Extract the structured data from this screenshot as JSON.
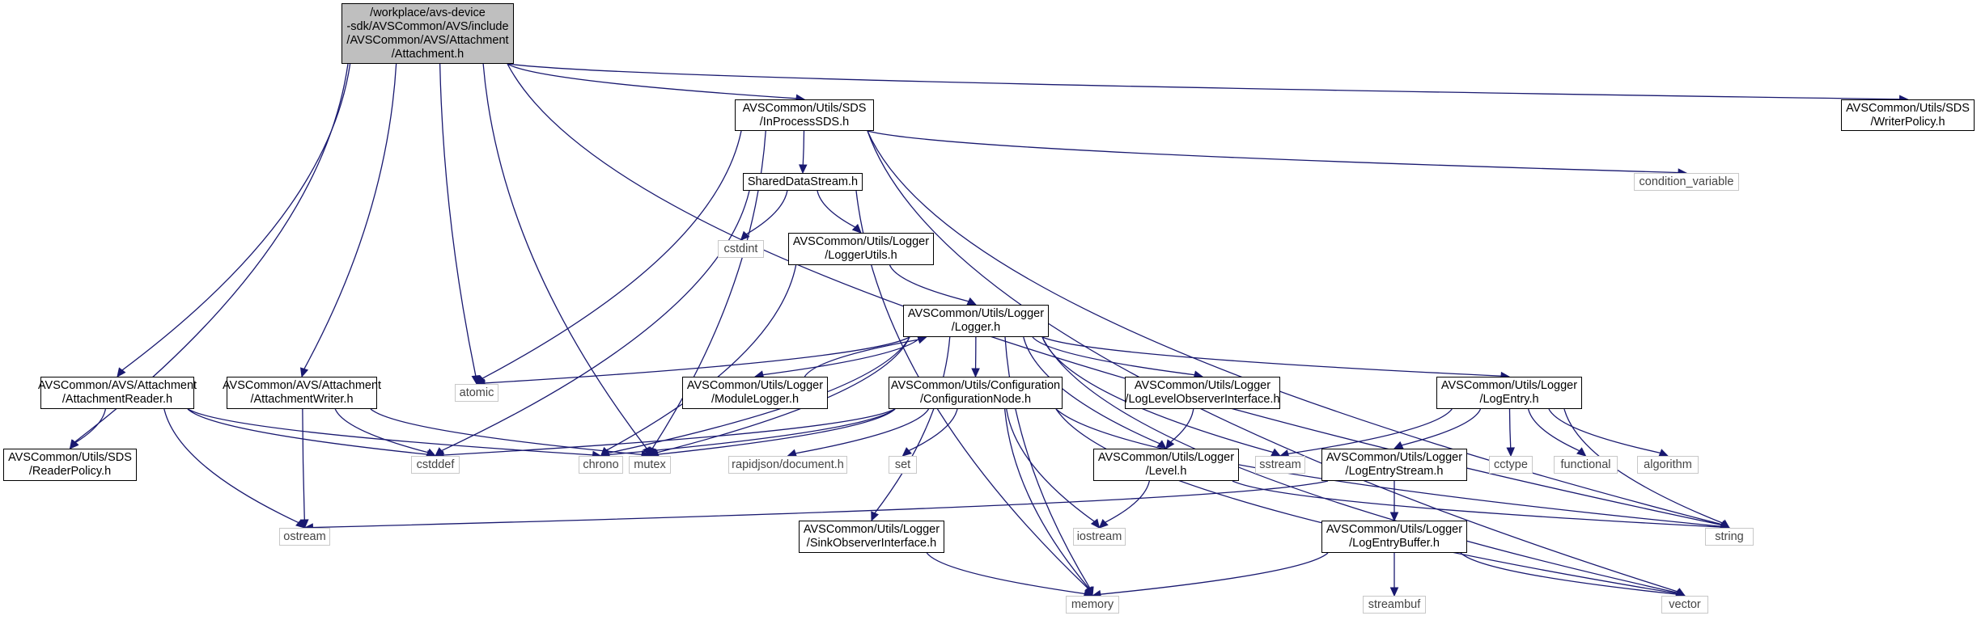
{
  "diagram": {
    "nodes": {
      "attachment": [
        "/workplace/avs-device",
        "-sdk/AVSCommon/AVS/include",
        "/AVSCommon/AVS/Attachment",
        "/Attachment.h"
      ],
      "inprocess": [
        "AVSCommon/Utils/SDS",
        "/InProcessSDS.h"
      ],
      "writerpolicy": [
        "AVSCommon/Utils/SDS",
        "/WriterPolicy.h"
      ],
      "shareddatastream": [
        "SharedDataStream.h"
      ],
      "condition_variable": [
        "condition_variable"
      ],
      "cstdint": [
        "cstdint"
      ],
      "loggerutils": [
        "AVSCommon/Utils/Logger",
        "/LoggerUtils.h"
      ],
      "logger": [
        "AVSCommon/Utils/Logger",
        "/Logger.h"
      ],
      "atomic": [
        "atomic"
      ],
      "attachmentreader": [
        "AVSCommon/AVS/Attachment",
        "/AttachmentReader.h"
      ],
      "attachmentwriter": [
        "AVSCommon/AVS/Attachment",
        "/AttachmentWriter.h"
      ],
      "modulelogger": [
        "AVSCommon/Utils/Logger",
        "/ModuleLogger.h"
      ],
      "configurationnode": [
        "AVSCommon/Utils/Configuration",
        "/ConfigurationNode.h"
      ],
      "loglevelobserver": [
        "AVSCommon/Utils/Logger",
        "/LogLevelObserverInterface.h"
      ],
      "logentry": [
        "AVSCommon/Utils/Logger",
        "/LogEntry.h"
      ],
      "readerpolicy": [
        "AVSCommon/Utils/SDS",
        "/ReaderPolicy.h"
      ],
      "cstddef": [
        "cstddef"
      ],
      "chrono": [
        "chrono"
      ],
      "mutex": [
        "mutex"
      ],
      "rapidjson": [
        "rapidjson/document.h"
      ],
      "set": [
        "set"
      ],
      "level": [
        "AVSCommon/Utils/Logger",
        "/Level.h"
      ],
      "sstream": [
        "sstream"
      ],
      "logentrystream": [
        "AVSCommon/Utils/Logger",
        "/LogEntryStream.h"
      ],
      "cctype": [
        "cctype"
      ],
      "functional": [
        "functional"
      ],
      "algorithm": [
        "algorithm"
      ],
      "ostream": [
        "ostream"
      ],
      "sinkobserver": [
        "AVSCommon/Utils/Logger",
        "/SinkObserverInterface.h"
      ],
      "iostream": [
        "iostream"
      ],
      "logentrybuffer": [
        "AVSCommon/Utils/Logger",
        "/LogEntryBuffer.h"
      ],
      "string": [
        "string"
      ],
      "memory": [
        "memory"
      ],
      "streambuf": [
        "streambuf"
      ],
      "vector": [
        "vector"
      ]
    },
    "edges": [
      [
        "attachment",
        "inprocess"
      ],
      [
        "attachment",
        "writerpolicy"
      ],
      [
        "attachment",
        "string"
      ],
      [
        "attachment",
        "readerpolicy"
      ],
      [
        "attachment",
        "attachmentreader"
      ],
      [
        "attachment",
        "attachmentwriter"
      ],
      [
        "attachment",
        "mutex"
      ],
      [
        "attachment",
        "atomic"
      ],
      [
        "inprocess",
        "shareddatastream"
      ],
      [
        "inprocess",
        "condition_variable"
      ],
      [
        "inprocess",
        "string"
      ],
      [
        "inprocess",
        "vector"
      ],
      [
        "inprocess",
        "atomic"
      ],
      [
        "inprocess",
        "mutex"
      ],
      [
        "shareddatastream",
        "cstdint"
      ],
      [
        "shareddatastream",
        "loggerutils"
      ],
      [
        "shareddatastream",
        "cstddef"
      ],
      [
        "shareddatastream",
        "memory"
      ],
      [
        "loggerutils",
        "logger"
      ],
      [
        "loggerutils",
        "chrono"
      ],
      [
        "logger",
        "atomic"
      ],
      [
        "logger",
        "modulelogger"
      ],
      [
        "logger",
        "configurationnode"
      ],
      [
        "logger",
        "loglevelobserver"
      ],
      [
        "logger",
        "logentry"
      ],
      [
        "logger",
        "level"
      ],
      [
        "logger",
        "sstream"
      ],
      [
        "logger",
        "sinkobserver"
      ],
      [
        "logger",
        "chrono"
      ],
      [
        "logger",
        "mutex"
      ],
      [
        "logger",
        "vector"
      ],
      [
        "logger",
        "memory"
      ],
      [
        "modulelogger",
        "logger"
      ],
      [
        "attachmentreader",
        "readerpolicy"
      ],
      [
        "attachmentreader",
        "cstddef"
      ],
      [
        "attachmentreader",
        "ostream"
      ],
      [
        "attachmentreader",
        "chrono"
      ],
      [
        "attachmentwriter",
        "ostream"
      ],
      [
        "attachmentwriter",
        "cstddef"
      ],
      [
        "attachmentwriter",
        "mutex"
      ],
      [
        "configurationnode",
        "cstddef"
      ],
      [
        "configurationnode",
        "chrono"
      ],
      [
        "configurationnode",
        "mutex"
      ],
      [
        "configurationnode",
        "rapidjson"
      ],
      [
        "configurationnode",
        "set"
      ],
      [
        "configurationnode",
        "iostream"
      ],
      [
        "configurationnode",
        "string"
      ],
      [
        "configurationnode",
        "vector"
      ],
      [
        "configurationnode",
        "memory"
      ],
      [
        "loglevelobserver",
        "level"
      ],
      [
        "level",
        "iostream"
      ],
      [
        "level",
        "string"
      ],
      [
        "logentry",
        "sstream"
      ],
      [
        "logentry",
        "logentrystream"
      ],
      [
        "logentry",
        "cctype"
      ],
      [
        "logentry",
        "functional"
      ],
      [
        "logentry",
        "algorithm"
      ],
      [
        "logentry",
        "string"
      ],
      [
        "logentrystream",
        "ostream"
      ],
      [
        "logentrystream",
        "logentrybuffer"
      ],
      [
        "logentrybuffer",
        "memory"
      ],
      [
        "logentrybuffer",
        "streambuf"
      ],
      [
        "logentrybuffer",
        "vector"
      ],
      [
        "sinkobserver",
        "memory"
      ]
    ],
    "colors": {
      "edge": "#191970",
      "node_border": "#000000",
      "root_fill": "#bfbfbf",
      "system_border": "#c8c8c8"
    }
  }
}
